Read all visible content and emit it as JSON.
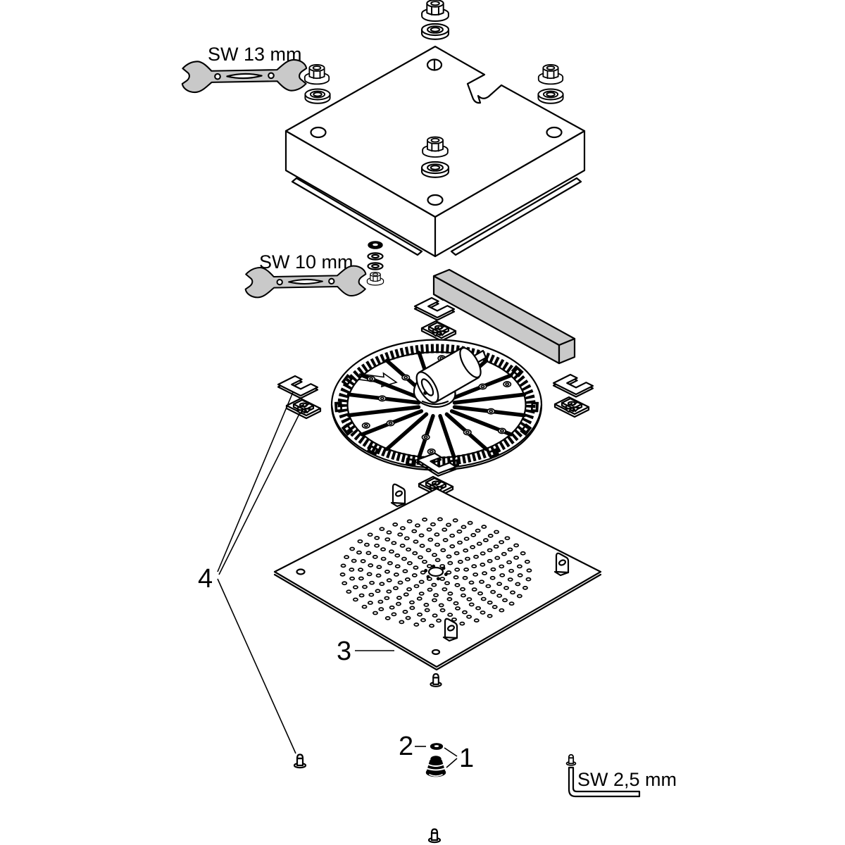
{
  "diagram": {
    "tool_labels": {
      "wrench_large": "SW 13 mm",
      "wrench_small": "SW 10 mm",
      "hex_key": "SW 2,5 mm"
    },
    "part_labels": {
      "part1": "1",
      "part2": "2",
      "part3": "3",
      "part4": "4"
    },
    "colors": {
      "background": "#ffffff",
      "line": "#000000",
      "tool_fill": "#c9c9c9",
      "dark_part": "#111111"
    }
  }
}
